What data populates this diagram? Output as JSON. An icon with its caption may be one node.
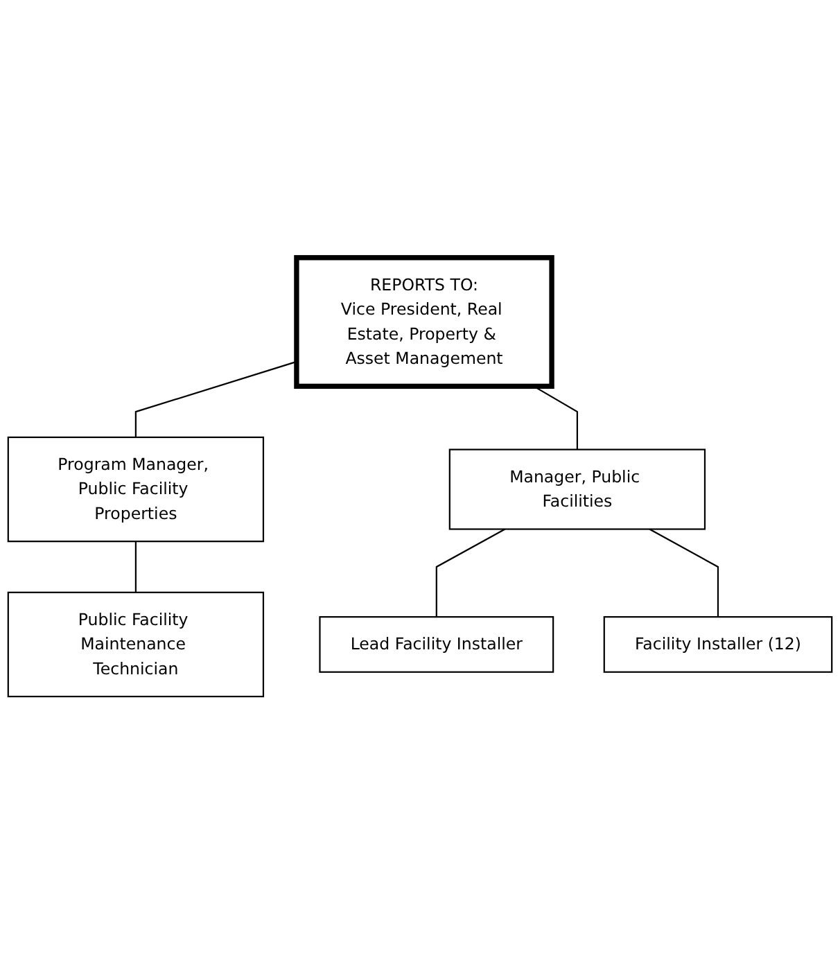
{
  "diagram": {
    "nodes": [
      {
        "text": [
          "REPORTS TO:",
          "Vice President, Real Estate, Property & Asset Management"
        ]
      },
      {
        "text": [
          "Program Manager, Public Facility Properties"
        ]
      },
      {
        "text": [
          "Manager, Public Facilities"
        ]
      },
      {
        "text": [
          "Public Facility Maintenance Technician"
        ]
      },
      {
        "text": [
          "Lead Facility Installer"
        ]
      },
      {
        "text": [
          "Facility Installer (12)"
        ]
      }
    ],
    "edges": [
      {
        "from": 0,
        "to": 1,
        "arrow": "none"
      },
      {
        "from": 0,
        "to": 2,
        "arrow": "none"
      },
      {
        "from": 1,
        "to": 3,
        "arrow": "none"
      },
      {
        "from": 2,
        "to": 4,
        "arrow": "none"
      },
      {
        "from": 2,
        "to": 5,
        "arrow": "none"
      }
    ]
  }
}
